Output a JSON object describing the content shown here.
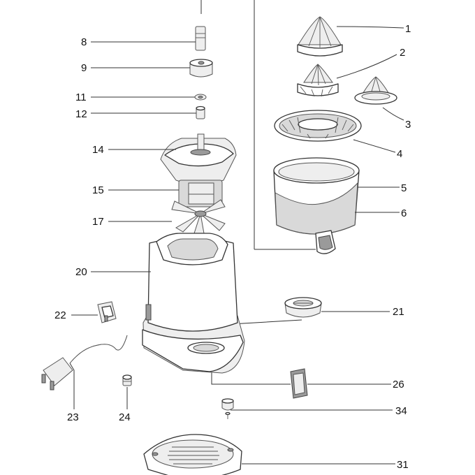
{
  "callouts": {
    "c1": "1",
    "c2": "2",
    "c3": "3",
    "c4": "4",
    "c5": "5",
    "c6": "6",
    "c8": "8",
    "c9": "9",
    "c11": "11",
    "c12": "12",
    "c14": "14",
    "c15": "15",
    "c17": "17",
    "c20": "20",
    "c21": "21",
    "c22": "22",
    "c23": "23",
    "c24": "24",
    "c26": "26",
    "c31": "31",
    "c34": "34"
  },
  "colors": {
    "line": "#333333",
    "shade": "#d9d9d9",
    "background": "#ffffff"
  }
}
